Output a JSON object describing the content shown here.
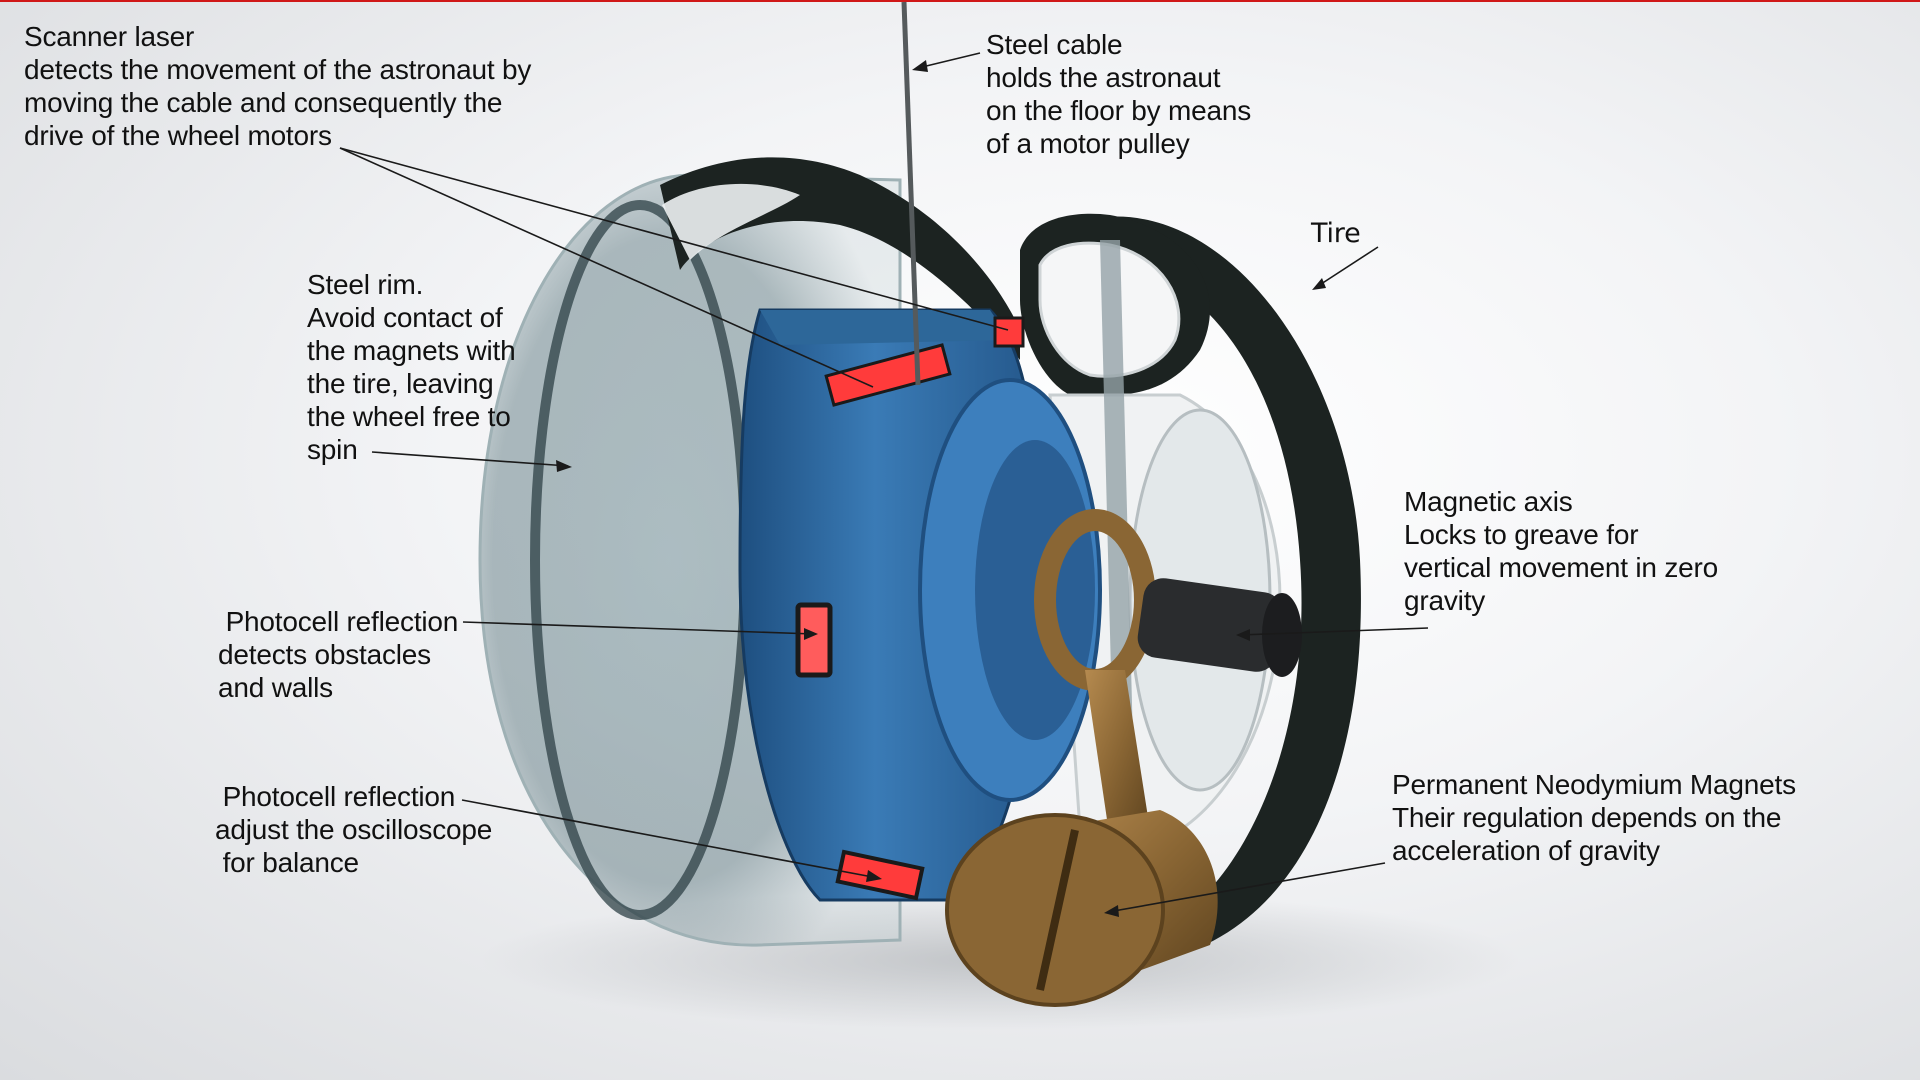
{
  "labels": {
    "scanner_laser": {
      "lines": [
        "Scanner laser",
        "detects the movement of the astronaut by",
        "moving the cable and consequently the",
        "drive of the wheel motors"
      ]
    },
    "steel_cable": {
      "lines": [
        "Steel cable",
        "holds the astronaut",
        "on the floor by means",
        "of a motor pulley"
      ]
    },
    "tire": {
      "lines": [
        "Tire"
      ]
    },
    "steel_rim": {
      "lines": [
        "Steel rim.",
        "Avoid contact of",
        "the magnets with",
        "the tire, leaving",
        "the wheel free to",
        "spin"
      ]
    },
    "magnetic_axis": {
      "lines": [
        "Magnetic axis",
        "Locks to greave for",
        "vertical movement in zero",
        "gravity"
      ]
    },
    "photocell_obstacles": {
      "lines": [
        " Photocell reflection",
        "detects obstacles",
        "and walls"
      ]
    },
    "photocell_balance": {
      "lines": [
        " Photocell reflection",
        "adjust the oscilloscope",
        " for balance"
      ]
    },
    "neodymium_magnets": {
      "lines": [
        "Permanent Neodymium Magnets",
        "Their regulation depends on the",
        "acceleration of gravity"
      ]
    }
  },
  "colors": {
    "accent_red": "#ff3b3b",
    "body_blue": "#2f6fa8",
    "tire_black": "#1c2321",
    "bronze": "#8a6634"
  }
}
